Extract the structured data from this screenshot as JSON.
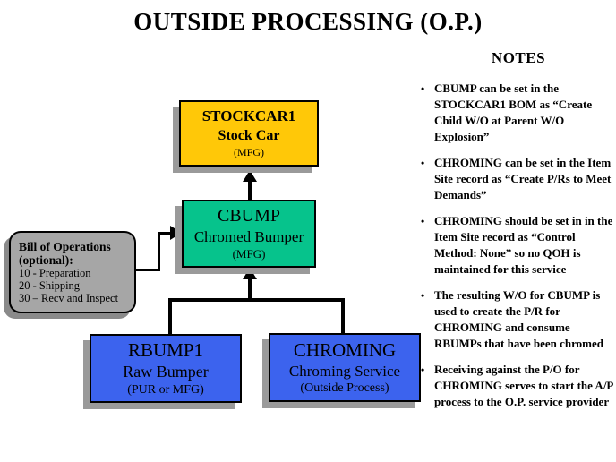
{
  "title": "OUTSIDE PROCESSING (O.P.)",
  "notes": {
    "header": "NOTES",
    "items": [
      "CBUMP can be set in the STOCKCAR1 BOM as “Create Child W/O at Parent W/O Explosion”",
      "CHROMING can be set in the Item Site record as “Create P/Rs to Meet Demands”",
      "CHROMING should be set in in the Item Site record as “Control Method: None” so no QOH is maintained for this service",
      "The resulting W/O for CBUMP is used to create the P/R for CHROMING and consume RBUMPs that have been chromed",
      "Receiving against the P/O for CHROMING serves to start the A/P process to the O.P. service provider"
    ],
    "bullet_glyph": "•"
  },
  "boxes": {
    "stockcar": {
      "id": "STOCKCAR1",
      "desc": "Stock Car",
      "type": "(MFG)",
      "color": "#FFC808"
    },
    "cbump": {
      "id": "CBUMP",
      "desc": "Chromed Bumper",
      "type": "(MFG)",
      "color": "#06C38C"
    },
    "rbump": {
      "id": "RBUMP1",
      "desc": "Raw Bumper",
      "type": "(PUR or MFG)",
      "color": "#3C63EE"
    },
    "chroming": {
      "id": "CHROMING",
      "desc": "Chroming Service",
      "type": "(Outside Process)",
      "color": "#3C63EE"
    }
  },
  "bill_of_operations": {
    "heading": "Bill of Operations",
    "subheading": "(optional):",
    "items": [
      "10 - Preparation",
      "20 - Shipping",
      "30 – Recv and Inspect"
    ],
    "color": "#A6A6A6"
  }
}
